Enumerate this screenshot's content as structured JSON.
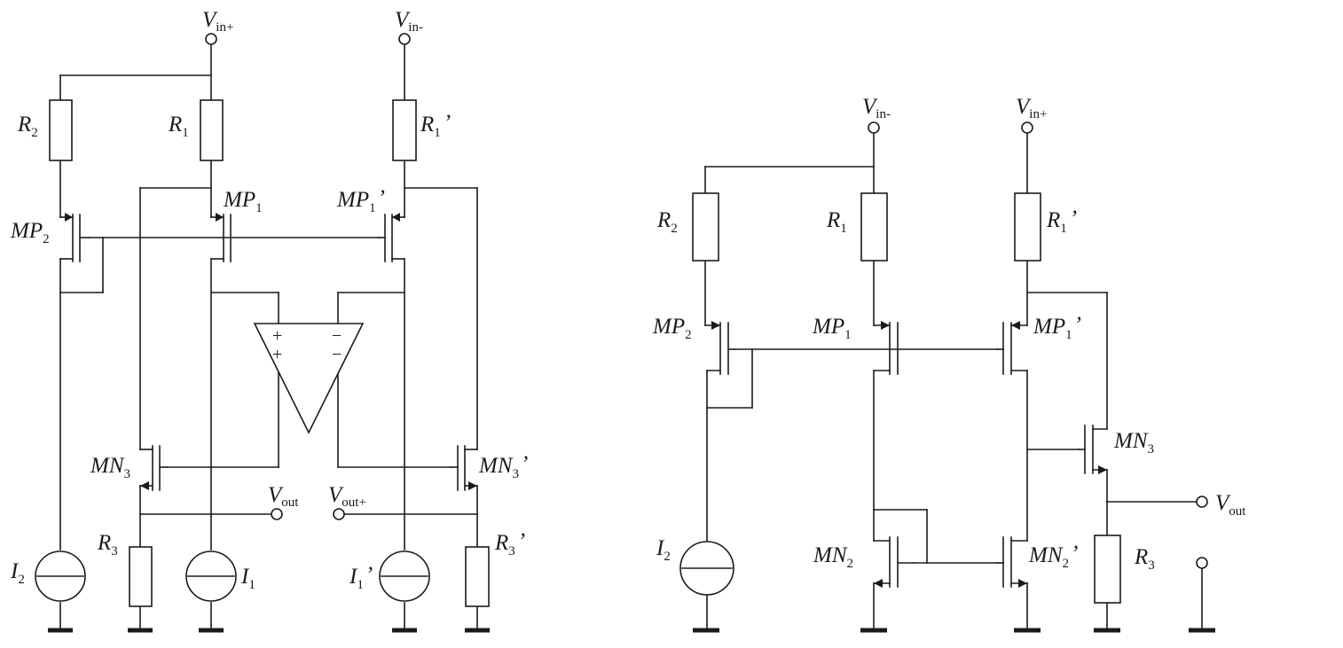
{
  "left_circuit": {
    "vin_plus": {
      "main": "V",
      "sub": "in+"
    },
    "vin_minus": {
      "main": "V",
      "sub": "in-"
    },
    "r2": {
      "main": "R",
      "sub": "2"
    },
    "r1": {
      "main": "R",
      "sub": "1"
    },
    "r1p": {
      "main": "R",
      "sub": "1",
      "prime": "’"
    },
    "mp2": {
      "main": "MP",
      "sub": "2"
    },
    "mp1": {
      "main": "MP",
      "sub": "1"
    },
    "mp1p": {
      "main": "MP",
      "sub": "1",
      "prime": "’"
    },
    "mn3": {
      "main": "MN",
      "sub": "3"
    },
    "mn3p": {
      "main": "MN",
      "sub": "3",
      "prime": "’"
    },
    "r3": {
      "main": "R",
      "sub": "3"
    },
    "r3p": {
      "main": "R",
      "sub": "3",
      "prime": "’"
    },
    "i2": {
      "main": "I",
      "sub": "2"
    },
    "i1": {
      "main": "I",
      "sub": "1"
    },
    "i1p": {
      "main": "I",
      "sub": "1",
      "prime": "’"
    },
    "vout": {
      "main": "V",
      "sub": "out"
    },
    "vout_plus": {
      "main": "V",
      "sub": "out+"
    },
    "opamp_plus": "+",
    "opamp_minus": "−"
  },
  "right_circuit": {
    "vin_minus": {
      "main": "V",
      "sub": "in-"
    },
    "vin_plus": {
      "main": "V",
      "sub": "in+"
    },
    "r2": {
      "main": "R",
      "sub": "2"
    },
    "r1": {
      "main": "R",
      "sub": "1"
    },
    "r1p": {
      "main": "R",
      "sub": "1",
      "prime": "’"
    },
    "mp2": {
      "main": "MP",
      "sub": "2"
    },
    "mp1": {
      "main": "MP",
      "sub": "1"
    },
    "mp1p": {
      "main": "MP",
      "sub": "1",
      "prime": "’"
    },
    "mn3": {
      "main": "MN",
      "sub": "3"
    },
    "mn2": {
      "main": "MN",
      "sub": "2"
    },
    "mn2p": {
      "main": "MN",
      "sub": "2",
      "prime": "’"
    },
    "r3": {
      "main": "R",
      "sub": "3"
    },
    "i2": {
      "main": "I",
      "sub": "2"
    },
    "vout": {
      "main": "V",
      "sub": "out"
    }
  }
}
